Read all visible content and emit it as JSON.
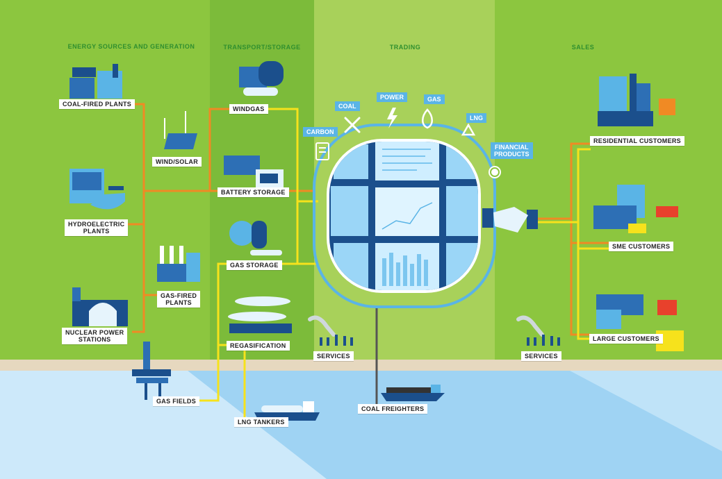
{
  "sections": {
    "energy_sources": "ENERGY SOURCES AND GENERATION",
    "transport_storage": "TRANSPORT/STORAGE",
    "trading": "TRADING",
    "sales": "SALES"
  },
  "generation": {
    "coal_fired_plants": "COAL-FIRED PLANTS",
    "wind_solar": "WIND/SOLAR",
    "hydroelectric_plants_line1": "HYDROELECTRIC",
    "hydroelectric_plants_line2": "PLANTS",
    "gas_fired_plants_line1": "GAS-FIRED",
    "gas_fired_plants_line2": "PLANTS",
    "nuclear_line1": "NUCLEAR POWER",
    "nuclear_line2": "STATIONS",
    "gas_fields": "GAS FIELDS"
  },
  "transport": {
    "windgas": "WINDGAS",
    "battery_storage": "BATTERY STORAGE",
    "gas_storage": "GAS STORAGE",
    "regasification": "REGASIFICATION",
    "lng_tankers": "LNG TANKERS",
    "coal_freighters": "COAL FREIGHTERS"
  },
  "trading": {
    "carbon": "CARBON",
    "coal": "COAL",
    "power": "POWER",
    "gas": "GAS",
    "lng": "LNG",
    "financial_line1": "FINANCIAL",
    "financial_line2": "PRODUCTS",
    "services_left": "SERVICES",
    "services_right": "SERVICES"
  },
  "sales": {
    "residential": "RESIDENTIAL CUSTOMERS",
    "sme": "SME CUSTOMERS",
    "large": "LARGE CUSTOMERS"
  },
  "colors": {
    "orange_line": "#f08a24",
    "yellow_line": "#f6e21c",
    "blue_line": "#5ab4e6",
    "dark_blue": "#1b4f8c",
    "sea": "#a9d8f5"
  }
}
